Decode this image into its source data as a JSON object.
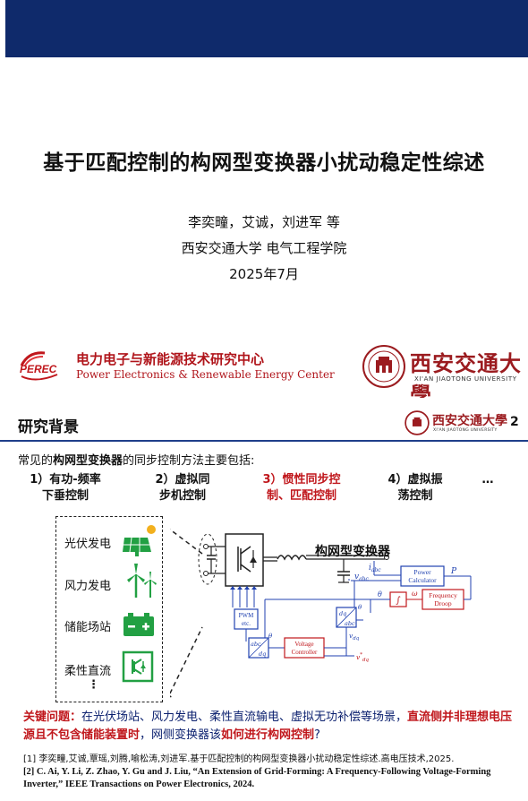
{
  "slide1": {
    "title": "基于匹配控制的构网型变换器小扰动稳定性综述",
    "authors": "李奕疃，艾诚，刘进军 等",
    "affiliation": "西安交通大学 电气工程学院",
    "date": "2025年7月",
    "center_name_cn": "电力电子与新能源技术研究中心",
    "center_name_en": "Power Electronics & Renewable Energy Center",
    "perec_logo_text": "PEREC",
    "university_name_cn": "西安交通大學",
    "university_name_en": "XI'AN JIAOTONG UNIVERSITY"
  },
  "slide2": {
    "heading": "研究背景",
    "page_number": "2",
    "university_name_cn": "西安交通大學",
    "university_name_en": "XI'AN JIAOTONG UNIVERSITY",
    "intro_prefix": "常见的",
    "intro_bold": "构网型变换器",
    "intro_suffix": "的同步控制方法主要包括:",
    "methods": [
      {
        "line1": "1）有功-频率",
        "line2": "下垂控制"
      },
      {
        "line1": "2）虚拟同",
        "line2": "步机控制"
      },
      {
        "line1": "3）惯性同步控",
        "line2": "制、匹配控制"
      },
      {
        "line1": "4）虚拟振",
        "line2": "荡控制"
      },
      {
        "line1": "…",
        "line2": ""
      }
    ],
    "sources": [
      "光伏发电",
      "风力发电",
      "储能场站",
      "柔性直流"
    ],
    "sources_more": "⋮",
    "diagram_label": "构网型变换器",
    "diagram": {
      "power_calc": [
        "Power",
        "Calculator"
      ],
      "freq_droop": [
        "Frequency",
        "Droop"
      ],
      "pwm": [
        "PWM",
        "etc."
      ],
      "voltage_ctrl": [
        "Voltage",
        "Controller"
      ],
      "integrator": "∫",
      "sig_iabc": "i",
      "sig_iabc_sub": "abc",
      "sig_vabc": "v",
      "sig_vabc_sub": "abc",
      "sig_p": "P",
      "sig_omega": "ω",
      "sig_theta": "θ",
      "sig_vdq": "v",
      "sig_vdq_sub": "dq",
      "sig_vdq_ref": "v",
      "sig_vdq_ref_sub": "dq",
      "sig_vdq_ref_sup": "*",
      "blk_dq_abc_top": "dq",
      "blk_dq_abc_bottom": "abc",
      "blk_abc_dq_top": "abc",
      "blk_abc_dq_bottom": "dq"
    },
    "key_label": "关键问题：",
    "key_text1": "在光伏场站、风力发电、柔性直流输电、虚拟无功补偿等场景，",
    "key_red1": "直流侧并非理想电压源且不包含储能装置时",
    "key_text2": "，网侧变换器该",
    "key_red2": "如何进行构网控制",
    "key_text3": "?",
    "ref1": "[1] 李奕疃,艾诚,覃瑶,刘腾,喻松涛,刘进军.基于匹配控制的构网型变换器小扰动稳定性综述.高电压技术,2025.",
    "ref2": "[2] C. Ai, Y. Li, Z. Zhao, Y. Gu and J. Liu, “An Extension of Grid-Forming: A Frequency-Following Voltage-Forming Inverter,” IEEE Transactions on Power Electronics, 2024.",
    "colors": {
      "navy": "#0f2a6b",
      "accent_red": "#c0171c",
      "key_blue": "#0a1f6e",
      "diagram_blue": "#2142b0",
      "diagram_red": "#c0171c"
    }
  }
}
